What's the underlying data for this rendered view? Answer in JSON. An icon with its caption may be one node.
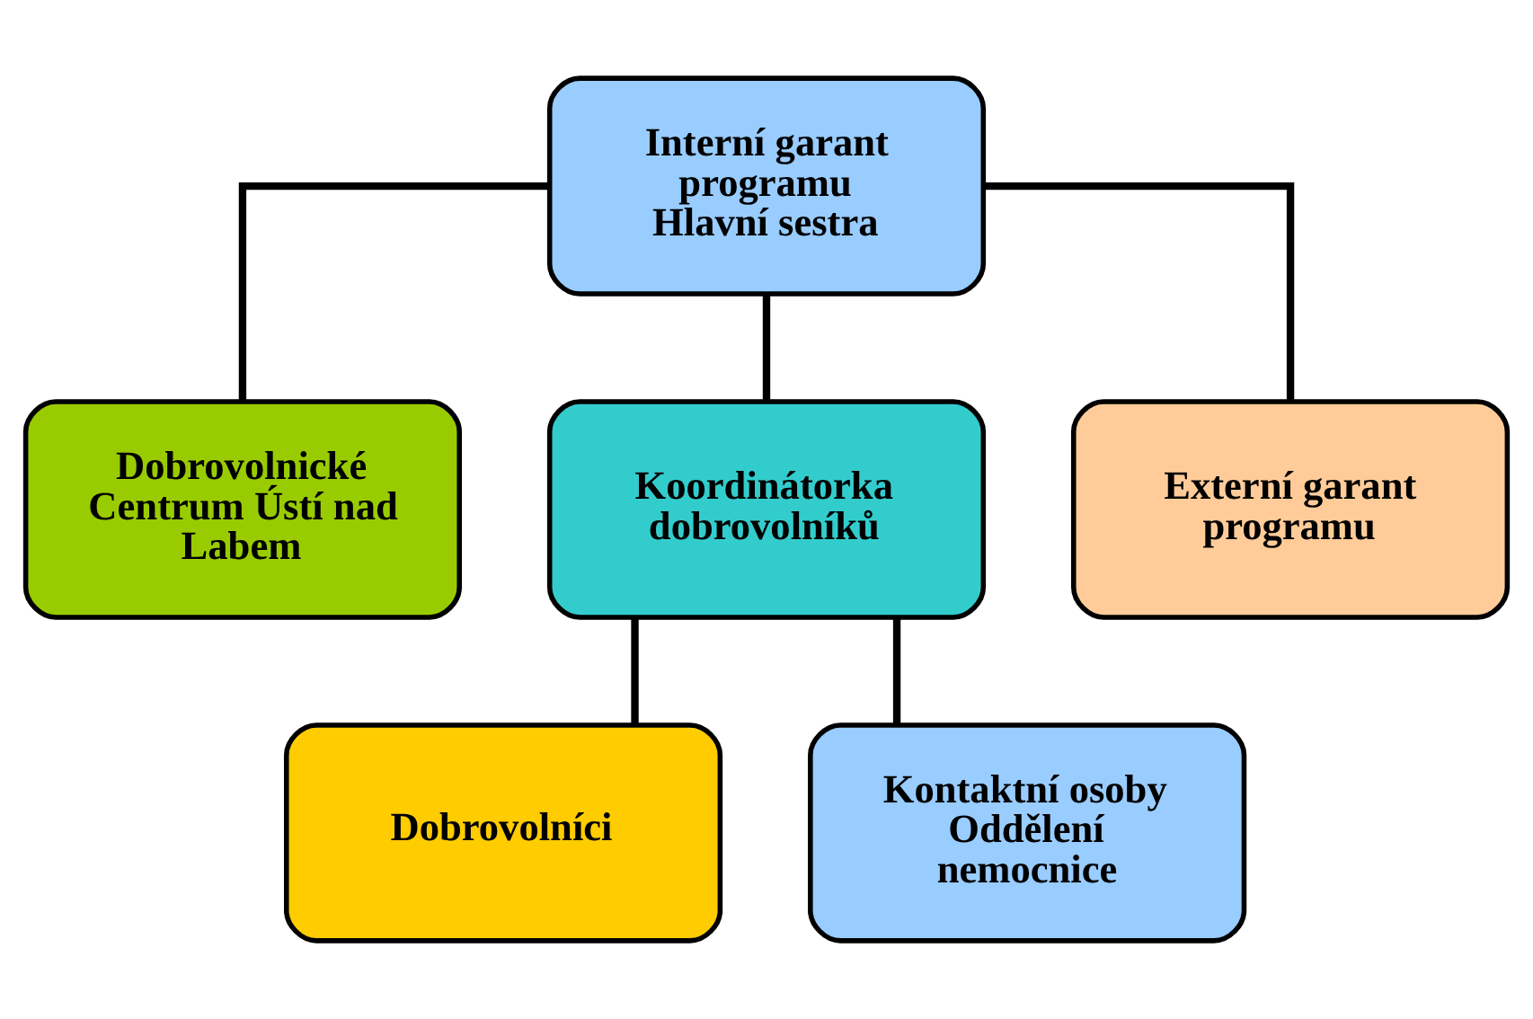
{
  "diagram": {
    "nodes": [
      {
        "text": [
          "Interní garant programu",
          "Hlavní sestra"
        ]
      },
      {
        "text": [
          "Dobrovolnické Centrum Ústí nad Labem"
        ]
      },
      {
        "text": [
          "Koordinátorka dobrovolníků"
        ]
      },
      {
        "text": [
          "Externí garant programu"
        ]
      },
      {
        "text": [
          "Dobrovolníci"
        ]
      },
      {
        "text": [
          "Kontaktní osoby",
          "Oddělení nemocnice"
        ]
      }
    ],
    "edges": [
      {
        "from": 0,
        "to": 1,
        "arrow": "none"
      },
      {
        "from": 0,
        "to": 2,
        "arrow": "none"
      },
      {
        "from": 0,
        "to": 3,
        "arrow": "none"
      },
      {
        "from": 2,
        "to": 4,
        "arrow": "none"
      },
      {
        "from": 2,
        "to": 5,
        "arrow": "none"
      }
    ]
  }
}
